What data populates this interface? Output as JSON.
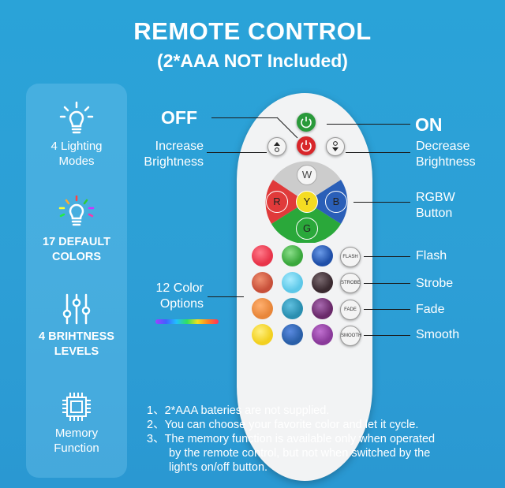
{
  "header": {
    "title": "REMOTE CONTROL",
    "subtitle": "(2*AAA NOT Included)"
  },
  "features": [
    {
      "icon": "lightbulb-icon",
      "label_line1": "4 Lighting",
      "label_line2": "Modes"
    },
    {
      "icon": "color-bulb-icon",
      "label_line1": "17 DEFAULT",
      "label_line2": "COLORS"
    },
    {
      "icon": "sliders-icon",
      "label_line1": "4 BRIHTNESS",
      "label_line2": "LEVELS"
    },
    {
      "icon": "chip-icon",
      "label_line1": "Memory",
      "label_line2": "Function"
    }
  ],
  "remote": {
    "on_button": "ON",
    "off_button": "OFF",
    "rgbw": {
      "w": "W",
      "r": "R",
      "y": "Y",
      "b": "B",
      "g": "G"
    },
    "mode_buttons": [
      "FLASH",
      "STROBE",
      "FADE",
      "SMOOTH"
    ]
  },
  "callouts": {
    "off": "OFF",
    "on": "ON",
    "increase_line1": "Increase",
    "increase_line2": "Brightness",
    "decrease_line1": "Decrease",
    "decrease_line2": "Brightness",
    "rgbw_line1": "RGBW",
    "rgbw_line2": "Button",
    "color_options_line1": "12 Color",
    "color_options_line2": "Options",
    "flash": "Flash",
    "strobe": "Strobe",
    "fade": "Fade",
    "smooth": "Smooth"
  },
  "notes": [
    "1、2*AAA bateries are not supplied.",
    "2、You can choose your favorite color and let it cycle.",
    "3、The memory function is available only when operated",
    "by the remote control, but not when switched by the",
    "light's on/off button."
  ],
  "colors": {
    "background": "#2aa3d8",
    "grid": [
      "#e8344a",
      "#3aa83c",
      "#1f4fa8",
      "#d2583a",
      "#5ec8e8",
      "#3a2a30",
      "#e8863a",
      "#2a8fb0",
      "#6a2a6a",
      "#f2d020",
      "#2a5fa8",
      "#8a3a9a"
    ]
  }
}
